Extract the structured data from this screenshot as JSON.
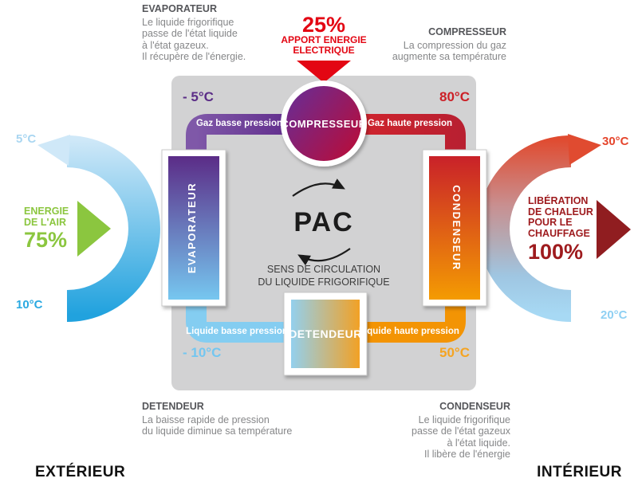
{
  "blocks": {
    "evaporateur": {
      "title": "EVAPORATEUR",
      "lines": [
        "Le liquide frigorifique",
        "passe de l'état liquide",
        "à l'état gazeux.",
        "Il récupère de l'énergie."
      ]
    },
    "compresseur": {
      "title": "COMPRESSEUR",
      "lines": [
        "La compression du gaz",
        "augmente sa température"
      ]
    },
    "detendeur": {
      "title": "DETENDEUR",
      "lines": [
        "La baisse rapide de pression",
        "du liquide diminue sa température"
      ]
    },
    "condenseur": {
      "title": "CONDENSEUR",
      "lines": [
        "Le liquide frigorifique",
        "passe de l'état gazeux",
        "à l'état liquide.",
        "Il libère de l'énergie"
      ]
    }
  },
  "energy_input": {
    "percent": "25%",
    "lines": [
      "APPORT ENERGIE",
      "ELECTRIQUE"
    ]
  },
  "exterior": {
    "label": "EXTÉRIEUR",
    "energy_lines": [
      "ENERGIE",
      "DE L'AIR"
    ],
    "percent": "75%",
    "temp_top": "5°C",
    "temp_bottom": "10°C"
  },
  "interior": {
    "label": "INTÉRIEUR",
    "heat_lines": [
      "LIBÉRATION",
      "DE CHALEUR",
      "POUR LE",
      "CHAUFFAGE"
    ],
    "percent": "100%",
    "temp_top": "30°C",
    "temp_bottom": "20°C"
  },
  "cycle": {
    "components": {
      "compressor": "COMPRESSEUR",
      "evaporator": "EVAPORATEUR",
      "condenser": "CONDENSEUR",
      "expansion_valve": "DETENDEUR"
    },
    "pipes": {
      "top_left": "Gaz basse pression",
      "top_right": "Gaz haute pression",
      "bottom_left": "Liquide basse pression",
      "bottom_right": "Liquide haute pression"
    },
    "temps": {
      "top_left": "- 5°C",
      "top_right": "80°C",
      "bottom_left": "- 10°C",
      "bottom_right": "50°C"
    },
    "center": {
      "acronym": "PAC",
      "caption_line1": "SENS DE CIRCULATION",
      "caption_line2": "DU LIQUIDE FRIGORIFIQUE"
    }
  },
  "colors": {
    "panel_gray": "#d2d2d3",
    "purple_dark": "#5b2d87",
    "purple_light": "#7f58a8",
    "pipe_red": "#d0222b",
    "bright_red": "#e30613",
    "orange": "#f39200",
    "light_blue": "#84cdf1",
    "cyan_blue": "#2aa9e1",
    "green": "#8bc63f",
    "dark_red": "#9e1b1e",
    "text_gray": "#868789",
    "text_dark_gray": "#55565a"
  }
}
